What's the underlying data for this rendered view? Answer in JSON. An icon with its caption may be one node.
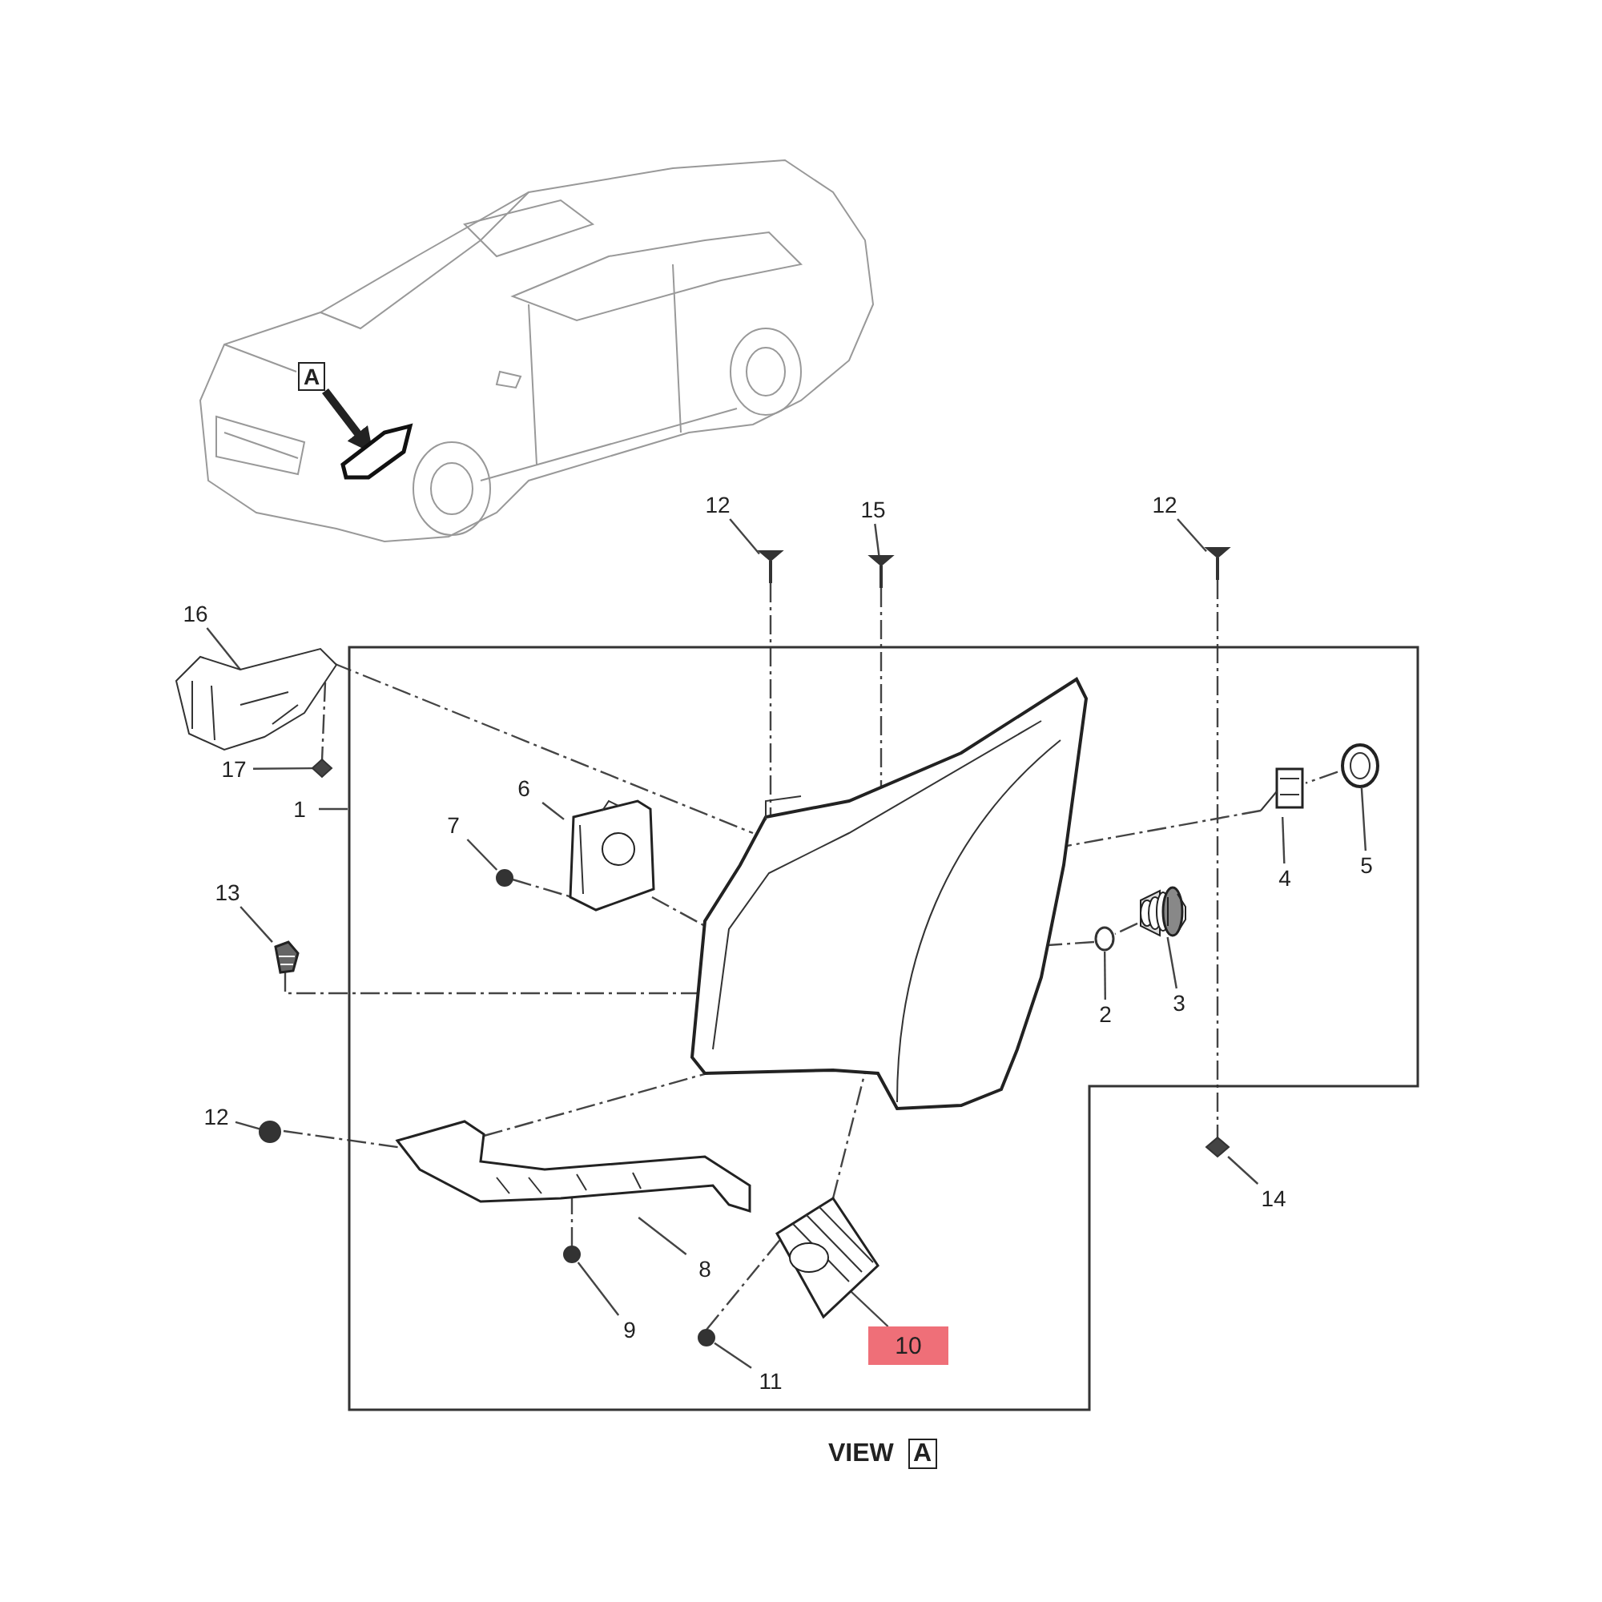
{
  "diagram": {
    "nodes": [
      {
        "text": [],
        "shape": "picture"
      },
      {
        "text": [
          "A"
        ],
        "in": 0
      },
      {
        "text": [],
        "shape": "picture",
        "in": 0
      },
      {
        "text": [],
        "shape": "box"
      },
      {
        "text": [
          "12"
        ]
      },
      {
        "text": [
          "15"
        ]
      },
      {
        "text": [
          "12"
        ]
      },
      {
        "text": [
          "16"
        ]
      },
      {
        "text": [
          "17"
        ]
      },
      {
        "text": [
          "1"
        ]
      },
      {
        "text": [
          "6"
        ],
        "in": 3
      },
      {
        "text": [
          "7"
        ],
        "in": 3
      },
      {
        "text": [
          "13"
        ]
      },
      {
        "text": [
          "4"
        ],
        "in": 3
      },
      {
        "text": [
          "5"
        ],
        "in": 3
      },
      {
        "text": [
          "2"
        ],
        "in": 3
      },
      {
        "text": [
          "3"
        ],
        "in": 3
      },
      {
        "text": [
          "12"
        ]
      },
      {
        "text": [
          "14"
        ]
      },
      {
        "text": [
          "8"
        ],
        "in": 3
      },
      {
        "text": [
          "9"
        ],
        "in": 3
      },
      {
        "text": [
          "10"
        ],
        "in": 3
      },
      {
        "text": [
          "11"
        ],
        "in": 3
      },
      {
        "text": [],
        "shape": "picture"
      },
      {
        "text": [],
        "shape": "picture"
      },
      {
        "text": [],
        "shape": "picture"
      },
      {
        "text": [],
        "shape": "picture"
      },
      {
        "text": [],
        "shape": "picture"
      },
      {
        "text": [],
        "shape": "picture",
        "in": 3
      },
      {
        "text": [],
        "shape": "circle",
        "in": 3
      },
      {
        "text": [],
        "shape": "picture"
      },
      {
        "text": [],
        "shape": "picture",
        "in": 3
      },
      {
        "text": [],
        "shape": "picture",
        "in": 3
      },
      {
        "text": [],
        "shape": "circle",
        "in": 3
      },
      {
        "text": [],
        "shape": "picture",
        "in": 3
      },
      {
        "text": [],
        "shape": "circle"
      },
      {
        "text": [],
        "shape": "picture"
      },
      {
        "text": [],
        "shape": "picture",
        "in": 3
      },
      {
        "text": [],
        "shape": "circle",
        "in": 3
      },
      {
        "text": [],
        "shape": "picture",
        "in": 3
      },
      {
        "text": [],
        "shape": "circle",
        "in": 3
      },
      {
        "text": [],
        "shape": "picture",
        "in": 3
      }
    ],
    "edges": [
      {
        "from": 4,
        "to": 23,
        "arrow": "none"
      },
      {
        "from": 5,
        "to": 24,
        "arrow": "none"
      },
      {
        "from": 6,
        "to": 25,
        "arrow": "none"
      },
      {
        "from": 7,
        "to": 26,
        "arrow": "none"
      },
      {
        "from": 8,
        "to": 27,
        "arrow": "none"
      },
      {
        "from": 9,
        "to": 3,
        "arrow": "none"
      },
      {
        "from": 10,
        "to": 28,
        "arrow": "none"
      },
      {
        "from": 11,
        "to": 29,
        "arrow": "none"
      },
      {
        "from": 12,
        "to": 30,
        "arrow": "none"
      },
      {
        "from": 13,
        "to": 31,
        "arrow": "none"
      },
      {
        "from": 14,
        "to": 32,
        "arrow": "none"
      },
      {
        "from": 15,
        "to": 33,
        "arrow": "none"
      },
      {
        "from": 16,
        "to": 34,
        "arrow": "none"
      },
      {
        "from": 17,
        "to": 35,
        "arrow": "none"
      },
      {
        "from": 18,
        "to": 36,
        "arrow": "none"
      },
      {
        "from": 19,
        "to": 37,
        "arrow": "none"
      },
      {
        "from": 20,
        "to": 38,
        "arrow": "none"
      },
      {
        "from": 21,
        "to": 39,
        "arrow": "none"
      },
      {
        "from": 22,
        "to": 40,
        "arrow": "none"
      },
      {
        "from": 23,
        "to": 41,
        "arrow": "none",
        "style": "dashed"
      },
      {
        "from": 24,
        "to": 41,
        "arrow": "none",
        "style": "dashed"
      },
      {
        "from": 25,
        "to": 36,
        "arrow": "none",
        "style": "dashed"
      },
      {
        "from": 26,
        "to": 41,
        "arrow": "none",
        "style": "dashed"
      },
      {
        "from": 26,
        "to": 27,
        "arrow": "none",
        "style": "dashed"
      },
      {
        "from": 29,
        "to": 28,
        "arrow": "none",
        "style": "dashed"
      },
      {
        "from": 28,
        "to": 41,
        "arrow": "none",
        "style": "dashed"
      },
      {
        "from": 32,
        "to": 31,
        "arrow": "none",
        "style": "dashed"
      },
      {
        "from": 31,
        "to": 41,
        "arrow": "none",
        "style": "dashed"
      },
      {
        "from": 34,
        "to": 33,
        "arrow": "none",
        "style": "dashed"
      },
      {
        "from": 33,
        "to": 41,
        "arrow": "none",
        "style": "dashed"
      },
      {
        "from": 30,
        "to": 41,
        "arrow": "none",
        "style": "dashed"
      },
      {
        "from": 35,
        "to": 37,
        "arrow": "none",
        "style": "dashed"
      },
      {
        "from": 37,
        "to": 41,
        "arrow": "none",
        "style": "dashed"
      },
      {
        "from": 38,
        "to": 37,
        "arrow": "none",
        "style": "dashed"
      },
      {
        "from": 40,
        "to": 39,
        "arrow": "none",
        "style": "dashed"
      },
      {
        "from": 39,
        "to": 41,
        "arrow": "none",
        "style": "dashed"
      },
      {
        "from": 1,
        "to": 2,
        "arrow": "to",
        "style": "thick"
      }
    ],
    "labels": [
      "VIEW",
      "A"
    ]
  }
}
